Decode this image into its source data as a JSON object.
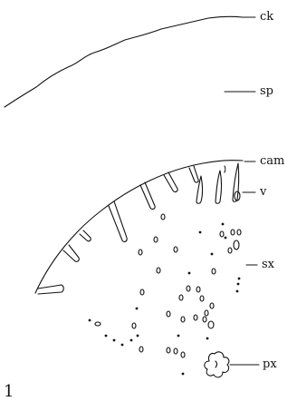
{
  "figure": {
    "number": "1",
    "labels": {
      "ck": "ck",
      "sp": "sp",
      "cam": "cam",
      "v": "v",
      "sx": "sx",
      "px": "px"
    }
  },
  "colors": {
    "line": "#111111",
    "background": "#ffffff"
  }
}
